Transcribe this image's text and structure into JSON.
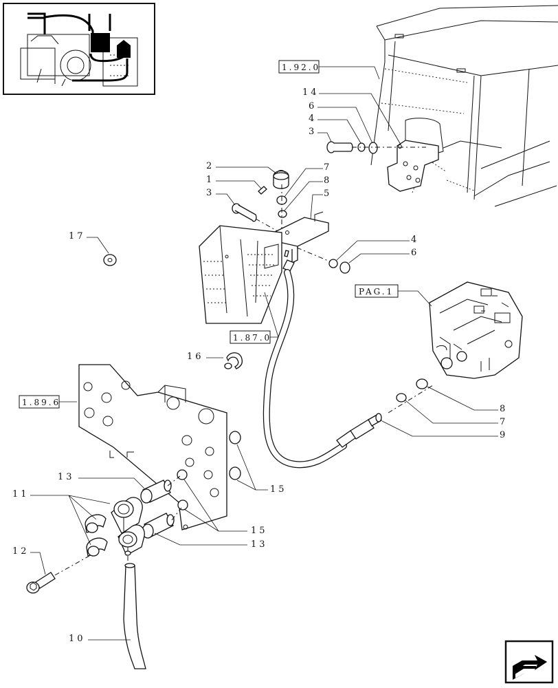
{
  "callouts": {
    "c1": "1",
    "c2": "2",
    "c3a": "3",
    "c3b": "3",
    "c4a": "4",
    "c4b": "4",
    "c5": "5",
    "c6a": "6",
    "c6b": "6",
    "c7a": "7",
    "c7b": "7",
    "c8a": "8",
    "c8b": "8",
    "c9": "9",
    "c10": "10",
    "c11": "11",
    "c12": "12",
    "c13a": "13",
    "c13b": "13",
    "c14": "14",
    "c15a": "15",
    "c15b": "15",
    "c16": "16",
    "c17": "17"
  },
  "references": {
    "r1920": "1.92.0",
    "r1870": "1.87.0",
    "r1896": "1.89.6",
    "pag1": "PAG.1"
  },
  "icons": {
    "thumbnail": "overview-thumbnail",
    "nav": "next-page-arrow-icon"
  }
}
